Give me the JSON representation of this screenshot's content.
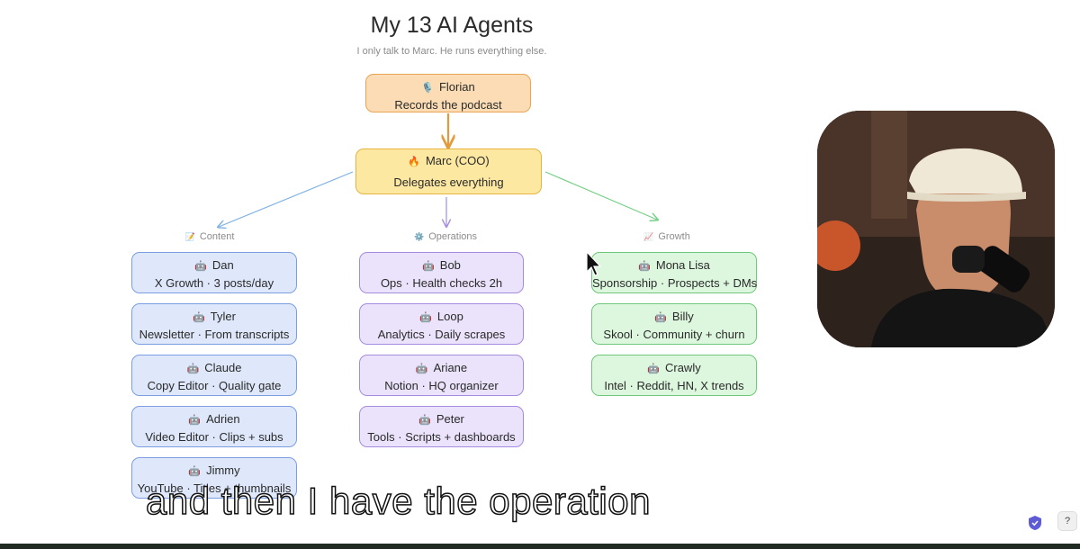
{
  "title": "My 13 AI Agents",
  "subtitle": "I only talk to Marc. He runs everything else.",
  "top_node": {
    "icon": "microphone",
    "emoji": "🎙️",
    "name": "Florian",
    "desc": "Records the podcast",
    "color": "#fbdcb4"
  },
  "coo_node": {
    "icon": "fire",
    "emoji": "🔥",
    "name": "Marc (COO)",
    "desc": "Delegates everything",
    "color": "#fde8a2"
  },
  "categories": {
    "content": {
      "icon": "memo",
      "emoji": "📝",
      "label": "Content",
      "color": "#dfe8fb"
    },
    "operations": {
      "icon": "gear",
      "emoji": "⚙️",
      "label": "Operations",
      "color": "#ebe2fb"
    },
    "growth": {
      "icon": "chart",
      "emoji": "📈",
      "label": "Growth",
      "color": "#ddf7df"
    }
  },
  "agent_emoji": "🤖",
  "content": [
    {
      "name": "Dan",
      "desc": "X Growth · 3 posts/day"
    },
    {
      "name": "Tyler",
      "desc": "Newsletter · From transcripts"
    },
    {
      "name": "Claude",
      "desc": "Copy Editor · Quality gate"
    },
    {
      "name": "Adrien",
      "desc": "Video Editor · Clips + subs"
    },
    {
      "name": "Jimmy",
      "desc": "YouTube · Titles + thumbnails"
    }
  ],
  "operations": [
    {
      "name": "Bob",
      "desc": "Ops · Health checks 2h"
    },
    {
      "name": "Loop",
      "desc": "Analytics · Daily scrapes"
    },
    {
      "name": "Ariane",
      "desc": "Notion · HQ organizer"
    },
    {
      "name": "Peter",
      "desc": "Tools · Scripts + dashboards"
    }
  ],
  "growth": [
    {
      "name": "Mona Lisa",
      "desc": "Sponsorship · Prospects + DMs"
    },
    {
      "name": "Billy",
      "desc": "Skool · Community + churn"
    },
    {
      "name": "Crawly",
      "desc": "Intel · Reddit, HN, X trends"
    }
  ],
  "caption": "and then I have the operation",
  "help_label": "?"
}
